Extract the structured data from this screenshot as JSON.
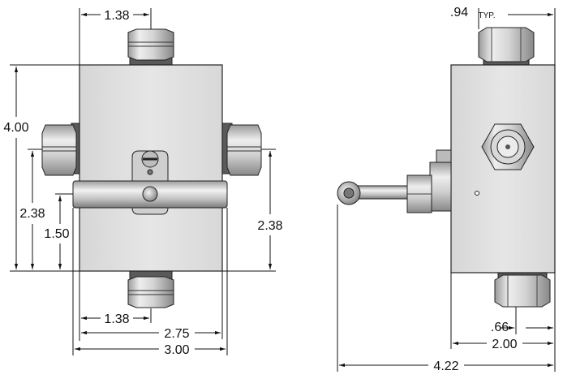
{
  "dimensions": {
    "front_top_width": "1.38",
    "front_height": "4.00",
    "front_left_inner": "2.38",
    "front_left_handle": "1.50",
    "front_right_height": "2.38",
    "front_bottom_port": "1.38",
    "front_body_width": "2.75",
    "front_overall_width": "3.00",
    "side_typical": ".94",
    "side_typical_suffix": "TYP.",
    "side_offset": ".66",
    "side_body_depth": "2.00",
    "side_overall": "4.22"
  },
  "colors": {
    "body": "#e1e1e1",
    "fitting": "#d0d0d0",
    "fitting_dark": "#5a5a5a",
    "outline": "#222222"
  }
}
